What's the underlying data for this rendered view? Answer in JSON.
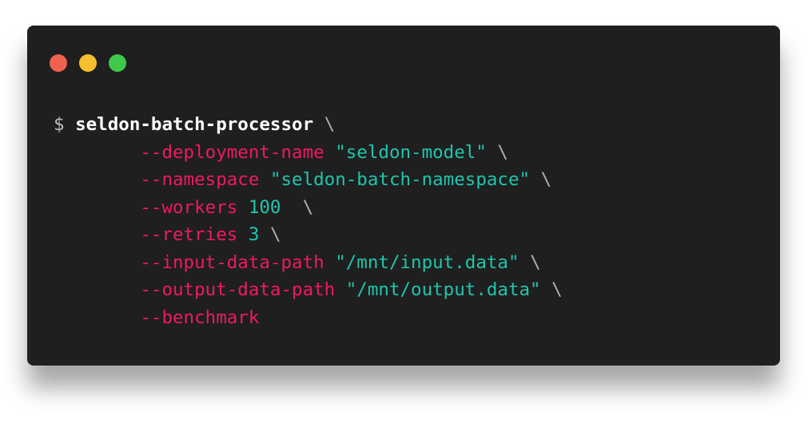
{
  "window": {
    "controls": [
      {
        "name": "close",
        "color": "#f0614f"
      },
      {
        "name": "minimize",
        "color": "#f6bf2e"
      },
      {
        "name": "maximize",
        "color": "#3fc94a"
      }
    ]
  },
  "terminal": {
    "prompt": "$",
    "command": "seldon-batch-processor",
    "continuation": "\\",
    "args": [
      {
        "flag": "--deployment-name",
        "value": "\"seldon-model\"",
        "cont": "\\"
      },
      {
        "flag": "--namespace",
        "value": "\"seldon-batch-namespace\"",
        "cont": "\\"
      },
      {
        "flag": "--workers",
        "value": "100",
        "cont": " \\"
      },
      {
        "flag": "--retries",
        "value": "3",
        "cont": "\\"
      },
      {
        "flag": "--input-data-path",
        "value": "\"/mnt/input.data\"",
        "cont": "\\"
      },
      {
        "flag": "--output-data-path",
        "value": "\"/mnt/output.data\"",
        "cont": "\\"
      },
      {
        "flag": "--benchmark"
      }
    ]
  }
}
